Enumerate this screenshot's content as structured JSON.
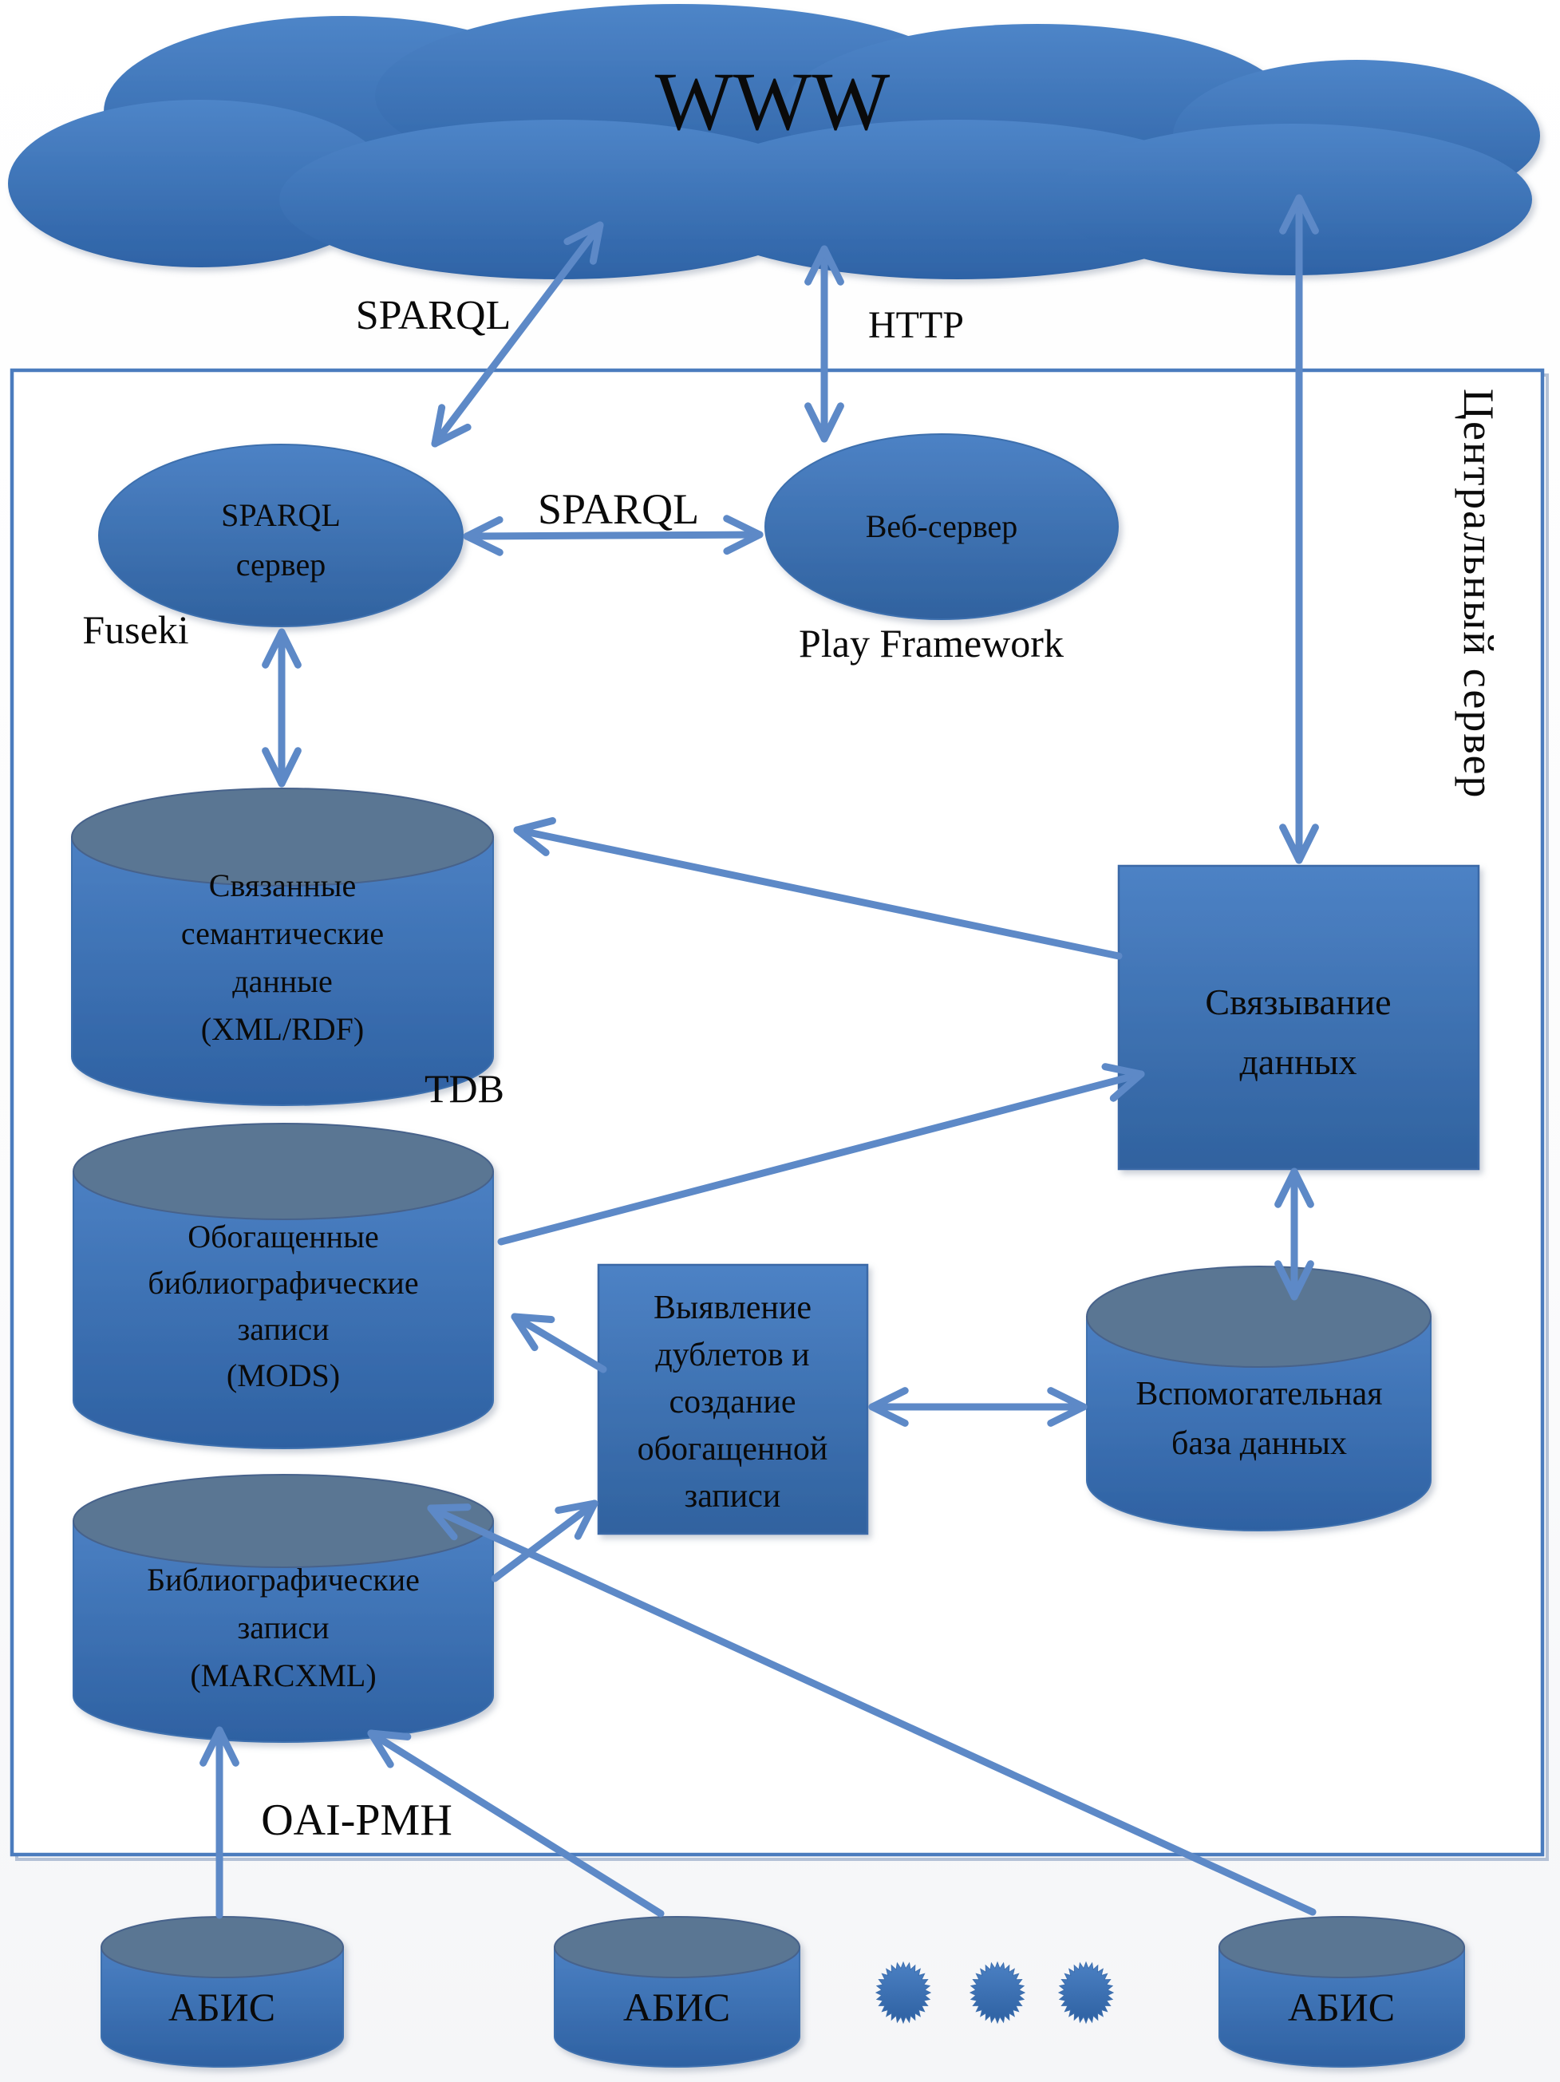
{
  "cloud": {
    "label": "WWW"
  },
  "edge_labels": {
    "sparql_top": "SPARQL",
    "http": "HTTP",
    "sparql_mid": "SPARQL",
    "oai_pmh": "OAI-PMH"
  },
  "captions": {
    "fuseki": "Fuseki",
    "play_framework": "Play Framework",
    "tdb": "TDB",
    "central_server": "Центральный сервер"
  },
  "nodes": {
    "sparql_server": {
      "lines": [
        "SPARQL",
        "сервер"
      ]
    },
    "web_server": {
      "lines": [
        "Веб-сервер"
      ]
    },
    "linked_data": {
      "lines": [
        "Связанные",
        "семантические",
        "данные",
        "(XML/RDF)"
      ]
    },
    "enriched_records": {
      "lines": [
        "Обогащенные",
        "библиографические",
        "записи",
        "(MODS)"
      ]
    },
    "biblio_records": {
      "lines": [
        "Библиографические",
        "записи",
        "(MARCXML)"
      ]
    },
    "data_linking": {
      "lines": [
        "Связывание",
        "данных"
      ]
    },
    "dedup": {
      "lines": [
        "Выявление",
        "дублетов и",
        "создание",
        "обогащенной",
        "записи"
      ]
    },
    "aux_db": {
      "lines": [
        "Вспомогательная",
        "база данных"
      ]
    },
    "abis1": {
      "label": "АБИС"
    },
    "abis2": {
      "label": "АБИС"
    },
    "abis3": {
      "label": "АБИС"
    }
  },
  "icons": {
    "ellipsis": "starburst-dots"
  },
  "colors": {
    "node_top": "#4d82c5",
    "node_bottom": "#30629f",
    "cylinder_lid": "#5a7693",
    "arrow": "#5d89c7",
    "frame_border": "#4b7cbe",
    "text": "#0a0a0a"
  }
}
